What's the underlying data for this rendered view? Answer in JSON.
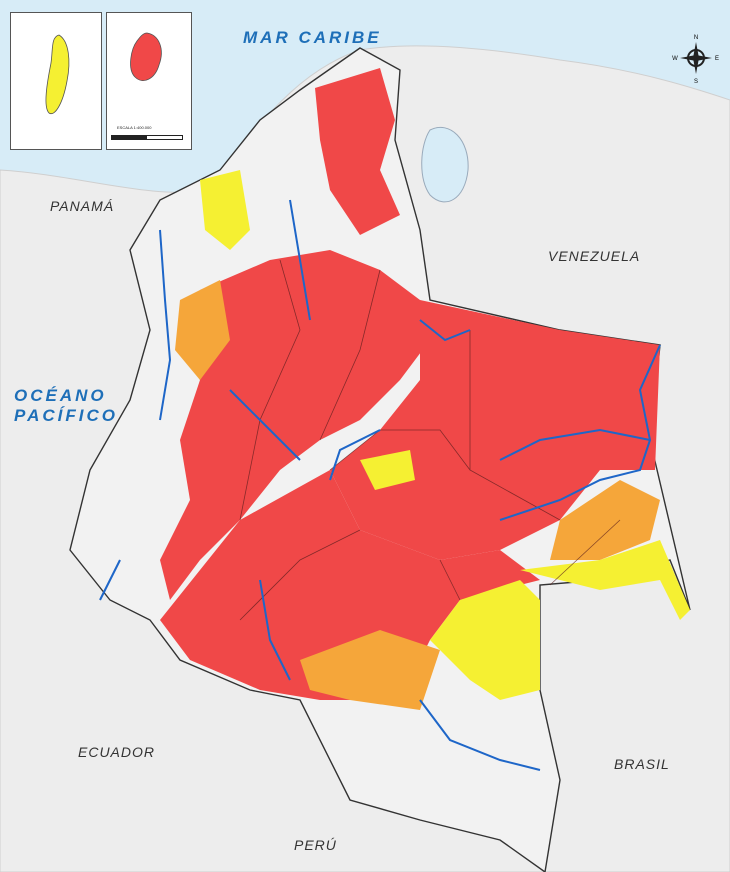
{
  "labels": {
    "sea": "MAR CARIBE",
    "ocean_line1": "OCÉANO",
    "ocean_line2": "PACÍFICO",
    "panama": "PANAMÁ",
    "venezuela": "VENEZUELA",
    "ecuador": "ECUADOR",
    "brasil": "BRASIL",
    "peru": "PERÚ"
  },
  "inset": {
    "scale_text": "ESCALA 1:400.000"
  },
  "compass": {
    "north": "N",
    "south": "S",
    "east": "E",
    "west": "W"
  },
  "colors": {
    "sea": "#d7ecf7",
    "land": "#ededed",
    "red": "#f04848",
    "orange": "#f5a63a",
    "yellow": "#f5f032",
    "river": "#1e66c8"
  }
}
